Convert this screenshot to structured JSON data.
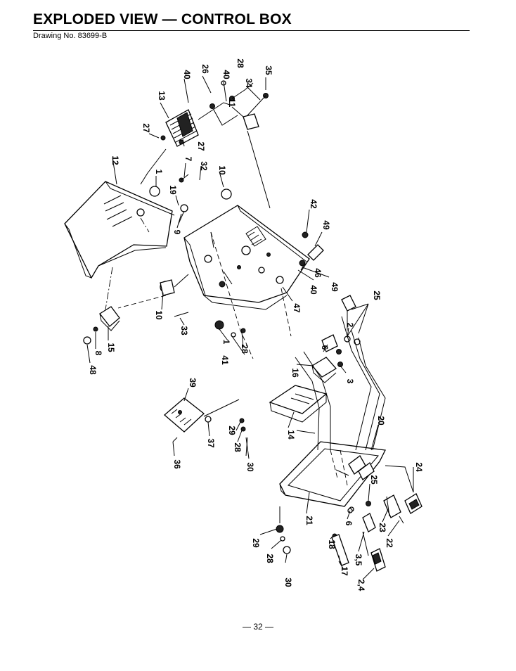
{
  "header": {
    "title": "EXPLODED VIEW — CONTROL BOX",
    "drawing_number": "Drawing No. 83699-B"
  },
  "callouts": [
    {
      "id": "c26",
      "text": "26"
    },
    {
      "id": "c40a",
      "text": "40"
    },
    {
      "id": "c40b",
      "text": "40"
    },
    {
      "id": "c28a",
      "text": "28"
    },
    {
      "id": "c35a",
      "text": "35"
    },
    {
      "id": "c34",
      "text": "34"
    },
    {
      "id": "c13",
      "text": "13"
    },
    {
      "id": "c11",
      "text": "11"
    },
    {
      "id": "c27a",
      "text": "27"
    },
    {
      "id": "c27b",
      "text": "27"
    },
    {
      "id": "c12",
      "text": "12"
    },
    {
      "id": "c1a",
      "text": "1"
    },
    {
      "id": "c7",
      "text": "7"
    },
    {
      "id": "c32",
      "text": "32"
    },
    {
      "id": "c10a",
      "text": "10"
    },
    {
      "id": "c19",
      "text": "19"
    },
    {
      "id": "c9",
      "text": "9"
    },
    {
      "id": "c42",
      "text": "42"
    },
    {
      "id": "c49a",
      "text": "49"
    },
    {
      "id": "c46",
      "text": "46"
    },
    {
      "id": "c49b",
      "text": "49"
    },
    {
      "id": "c40c",
      "text": "40"
    },
    {
      "id": "c47",
      "text": "47"
    },
    {
      "id": "c10b",
      "text": "10"
    },
    {
      "id": "c33",
      "text": "33"
    },
    {
      "id": "c1b",
      "text": "1"
    },
    {
      "id": "c28b",
      "text": "28"
    },
    {
      "id": "c41",
      "text": "41"
    },
    {
      "id": "c25a",
      "text": "25"
    },
    {
      "id": "c2",
      "text": "2"
    },
    {
      "id": "c6a",
      "text": "6"
    },
    {
      "id": "c3",
      "text": "3"
    },
    {
      "id": "c16",
      "text": "16"
    },
    {
      "id": "c15",
      "text": "15"
    },
    {
      "id": "c8",
      "text": "8"
    },
    {
      "id": "c48",
      "text": "48"
    },
    {
      "id": "c39",
      "text": "39"
    },
    {
      "id": "c14",
      "text": "14"
    },
    {
      "id": "c29a",
      "text": "29"
    },
    {
      "id": "c28c",
      "text": "28"
    },
    {
      "id": "c30a",
      "text": "30"
    },
    {
      "id": "c37",
      "text": "37"
    },
    {
      "id": "c36",
      "text": "36"
    },
    {
      "id": "c20",
      "text": "20"
    },
    {
      "id": "c24",
      "text": "24"
    },
    {
      "id": "c25b",
      "text": "25"
    },
    {
      "id": "c21",
      "text": "21"
    },
    {
      "id": "c6b",
      "text": "6"
    },
    {
      "id": "c23",
      "text": "23"
    },
    {
      "id": "c22",
      "text": "22"
    },
    {
      "id": "c29b",
      "text": "29"
    },
    {
      "id": "c28d",
      "text": "28"
    },
    {
      "id": "c30b",
      "text": "30"
    },
    {
      "id": "c18",
      "text": "18"
    },
    {
      "id": "c17",
      "text": "17"
    },
    {
      "id": "c35b",
      "text": "3,5"
    },
    {
      "id": "c24b",
      "text": "2,4"
    }
  ],
  "footer": {
    "page_number": "— 32 —"
  }
}
